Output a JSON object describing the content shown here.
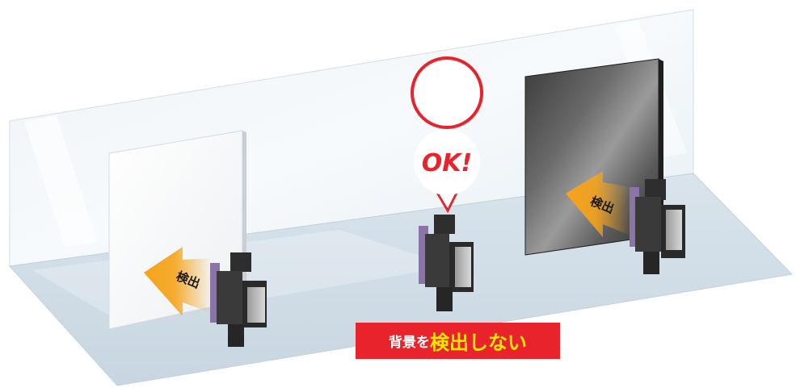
{
  "diagram": {
    "left_sensor": {
      "arrow_label": "検出"
    },
    "right_sensor": {
      "arrow_label": "検出"
    },
    "center_sensor": {
      "bubble_text": "OK!"
    },
    "caption": {
      "normal_text": "背景を",
      "highlight_text": "検出しない"
    }
  },
  "colors": {
    "accent_red": "#e8232b",
    "highlight_yellow": "#ffe600",
    "arrow_orange": "#f5a31a",
    "sensor_body": "#3a3a3a",
    "sensor_side": "#8a74a8"
  },
  "icons": {
    "sensor": "photoelectric-sensor-icon",
    "arrow": "detection-arrow-icon",
    "bubble": "speech-bubble-icon"
  }
}
